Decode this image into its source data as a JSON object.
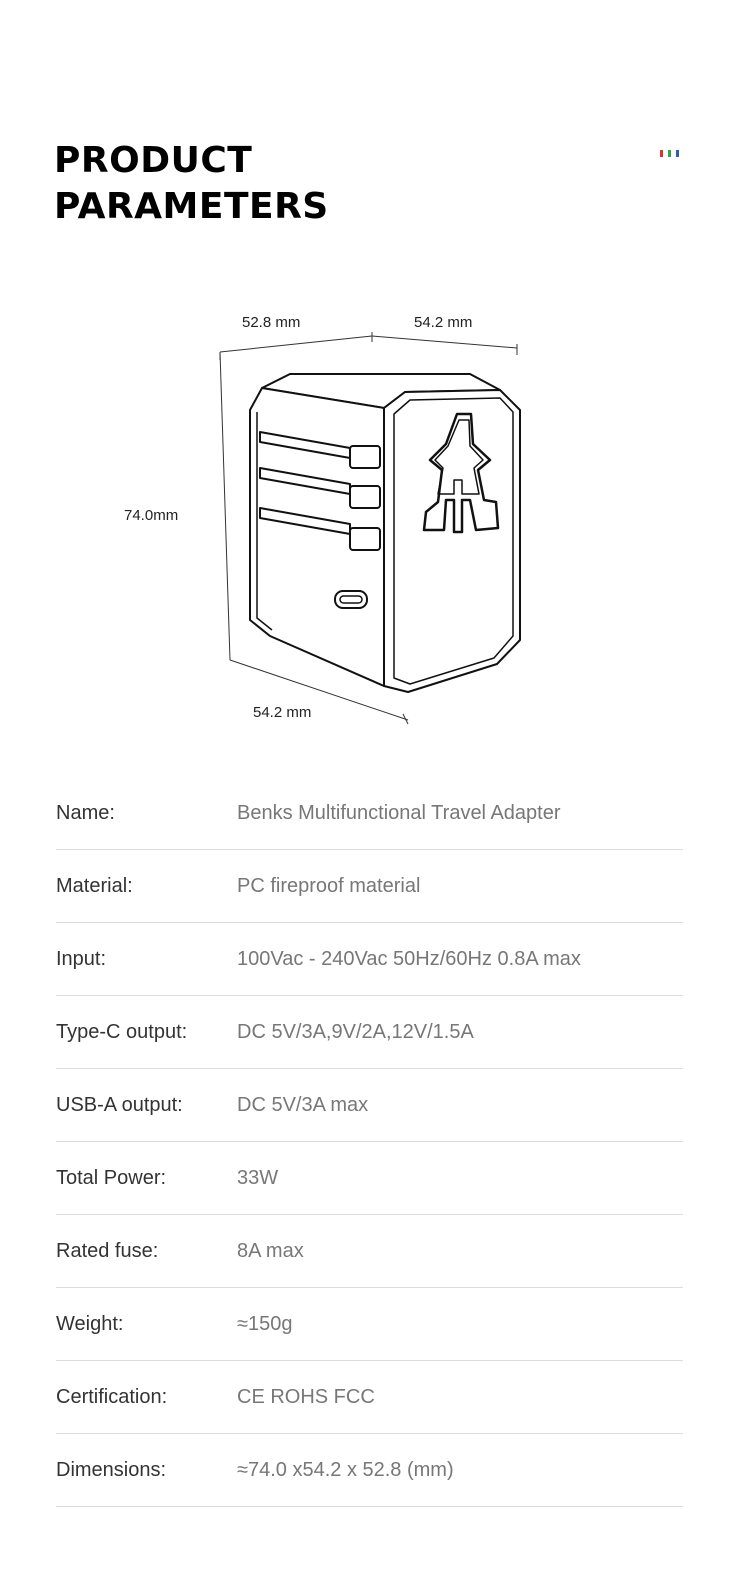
{
  "header": {
    "title_line1": "PRODUCT",
    "title_line2": "PARAMETERS",
    "flag_colors": [
      "#d8332c",
      "#2aa84a",
      "#2f5fb5"
    ]
  },
  "diagram": {
    "dim_width_top": "52.8 mm",
    "dim_depth_top": "54.2 mm",
    "dim_height": "74.0mm",
    "dim_depth_bottom": "54.2 mm"
  },
  "parameters": [
    {
      "label": "Name:",
      "value": "Benks Multifunctional Travel Adapter"
    },
    {
      "label": "Material:",
      "value": "PC fireproof material"
    },
    {
      "label": "Input:",
      "value": "100Vac - 240Vac 50Hz/60Hz 0.8A max"
    },
    {
      "label": "Type-C output:",
      "value": "DC 5V/3A,9V/2A,12V/1.5A"
    },
    {
      "label": "USB-A output:",
      "value": "DC 5V/3A max"
    },
    {
      "label": "Total Power:",
      "value": "33W"
    },
    {
      "label": "Rated fuse:",
      "value": "8A max"
    },
    {
      "label": "Weight:",
      "value": "≈150g"
    },
    {
      "label": "Certification:",
      "value": "CE ROHS FCC"
    },
    {
      "label": "Dimensions:",
      "value": "≈74.0 x54.2 x 52.8 (mm)"
    }
  ]
}
